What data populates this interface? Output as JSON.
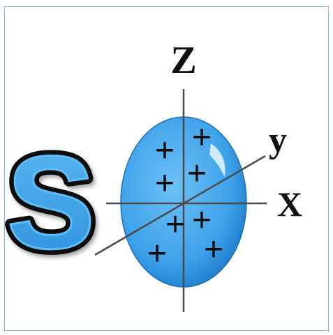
{
  "labels": {
    "symbol": "S",
    "z_axis": "Z",
    "x_axis": "X",
    "y_axis": "y",
    "sign": "+"
  },
  "colors": {
    "frame": "#8cb8de",
    "ellipsoid": "#3fa2ea",
    "symbol_fill": "#41a5ee",
    "axis": "#4a4a4a",
    "text": "#111111"
  }
}
